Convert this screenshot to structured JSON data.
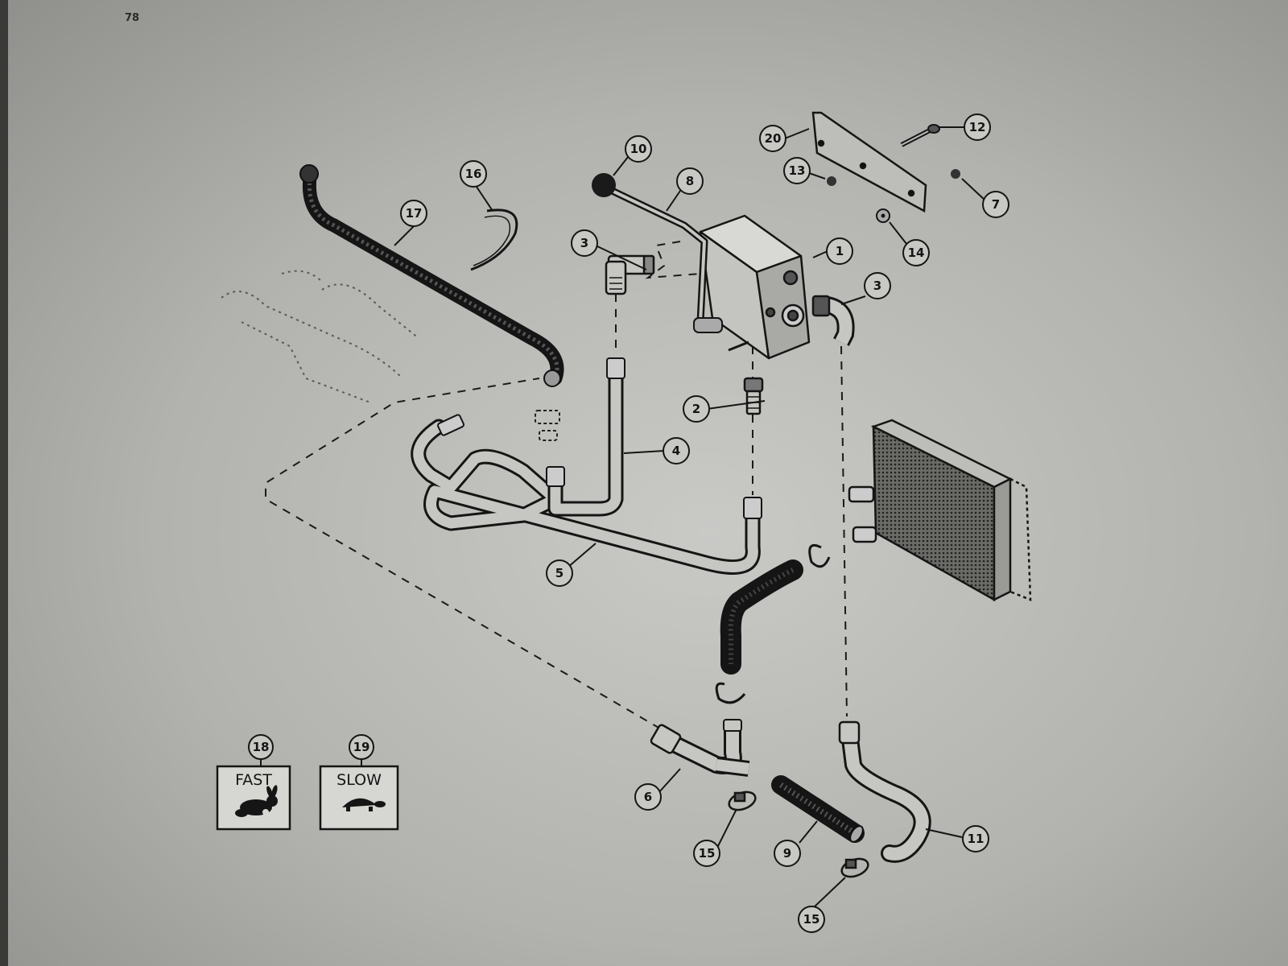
{
  "page_number": "78",
  "callouts": [
    "1",
    "2",
    "3",
    "3",
    "4",
    "5",
    "6",
    "7",
    "8",
    "9",
    "10",
    "11",
    "12",
    "13",
    "14",
    "15",
    "15",
    "16",
    "17",
    "18",
    "19",
    "20"
  ],
  "signs": {
    "fast": {
      "number": "18",
      "label": "FAST",
      "icon": "rabbit-icon"
    },
    "slow": {
      "number": "19",
      "label": "SLOW",
      "icon": "turtle-icon"
    }
  },
  "colors": {
    "ink": "#151515",
    "paper": "#c4c4c0",
    "screen_edge": "#7d7d7b"
  }
}
